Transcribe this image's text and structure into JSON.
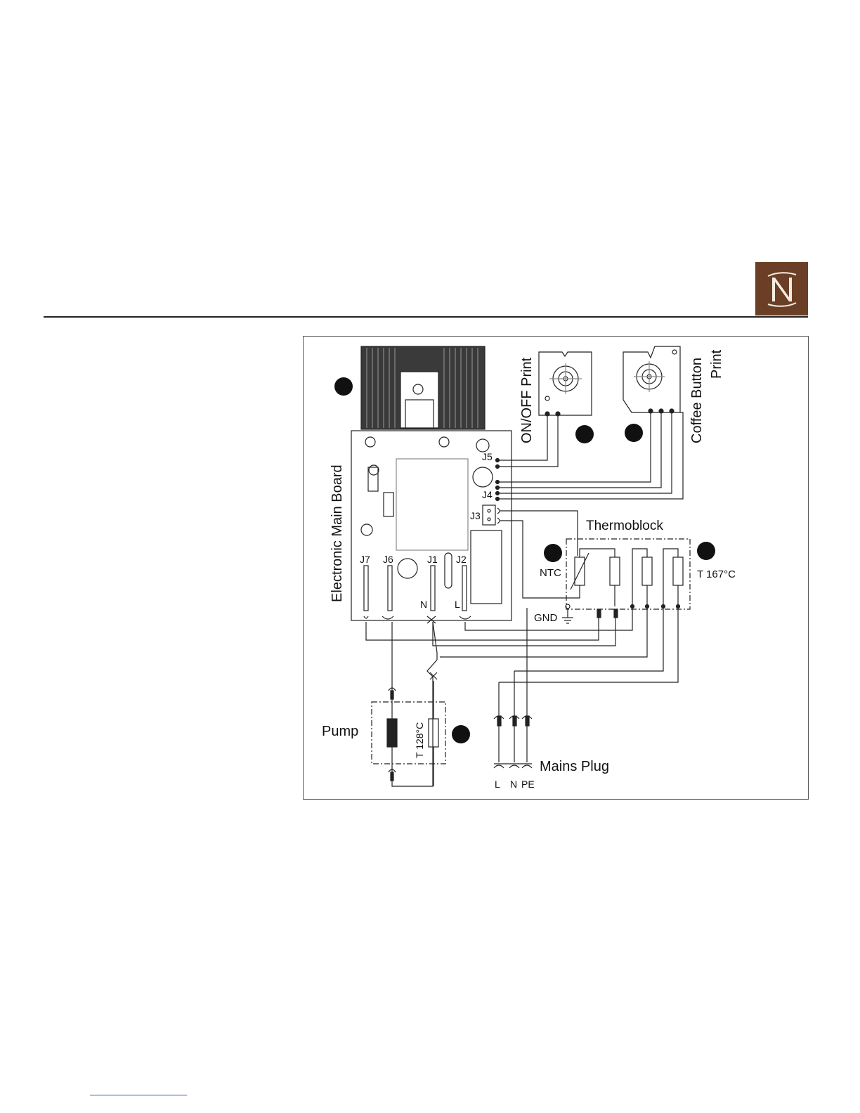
{
  "brand": {
    "logo_icon": "nespresso-n-logo",
    "logo_color": "#6b3f26"
  },
  "diagram": {
    "labels": {
      "main_board": "Electronic Main Board",
      "onoff_print": "ON/OFF Print",
      "coffee_button_print_line1": "Coffee Button",
      "coffee_button_print_line2": "Print",
      "thermoblock": "Thermoblock",
      "ntc": "NTC",
      "gnd": "GND",
      "thermo_fuse": "T 167°C",
      "pump": "Pump",
      "pump_fuse": "T 128°C",
      "mains_plug": "Mains Plug",
      "plug_l": "L",
      "plug_n": "N",
      "plug_pe": "PE"
    },
    "connectors": {
      "j5": "J5",
      "j4": "J4",
      "j3": "J3",
      "j7": "J7",
      "j6": "J6",
      "j1": "J1",
      "j2": "J2",
      "n": "N",
      "l": "L"
    }
  }
}
